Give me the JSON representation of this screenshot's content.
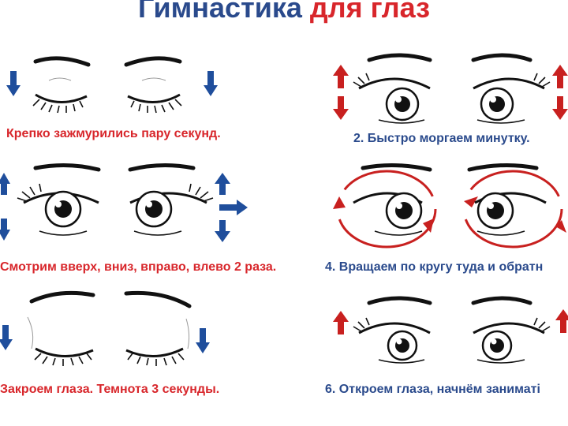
{
  "title": {
    "part1": "Гимнастика",
    "part2": "для глаз"
  },
  "colors": {
    "blue": "#2a4a8c",
    "red": "#d8262b",
    "arrow_blue": "#1f4e9c",
    "arrow_red": "#c8201f"
  },
  "exercises": [
    {
      "caption": "Крепко зажмурились пару секунд.",
      "icon": "closed-eyes-down-arrows"
    },
    {
      "caption": "2. Быстро моргаем минутку.",
      "icon": "open-eyes-up-down-arrows"
    },
    {
      "caption": "Смотрим вверх, вниз, вправо, влево 2 раза.",
      "icon": "eyes-direction-arrows"
    },
    {
      "caption": "4. Вращаем по кругу туда и обратн",
      "icon": "eyes-circular-arrows"
    },
    {
      "caption": "Закроем глаза. Темнота 3 секунды.",
      "icon": "closed-eyes-down-arrows"
    },
    {
      "caption": "6. Откроем глаза, начнём заниматі",
      "icon": "open-eyes-up-arrows"
    }
  ]
}
